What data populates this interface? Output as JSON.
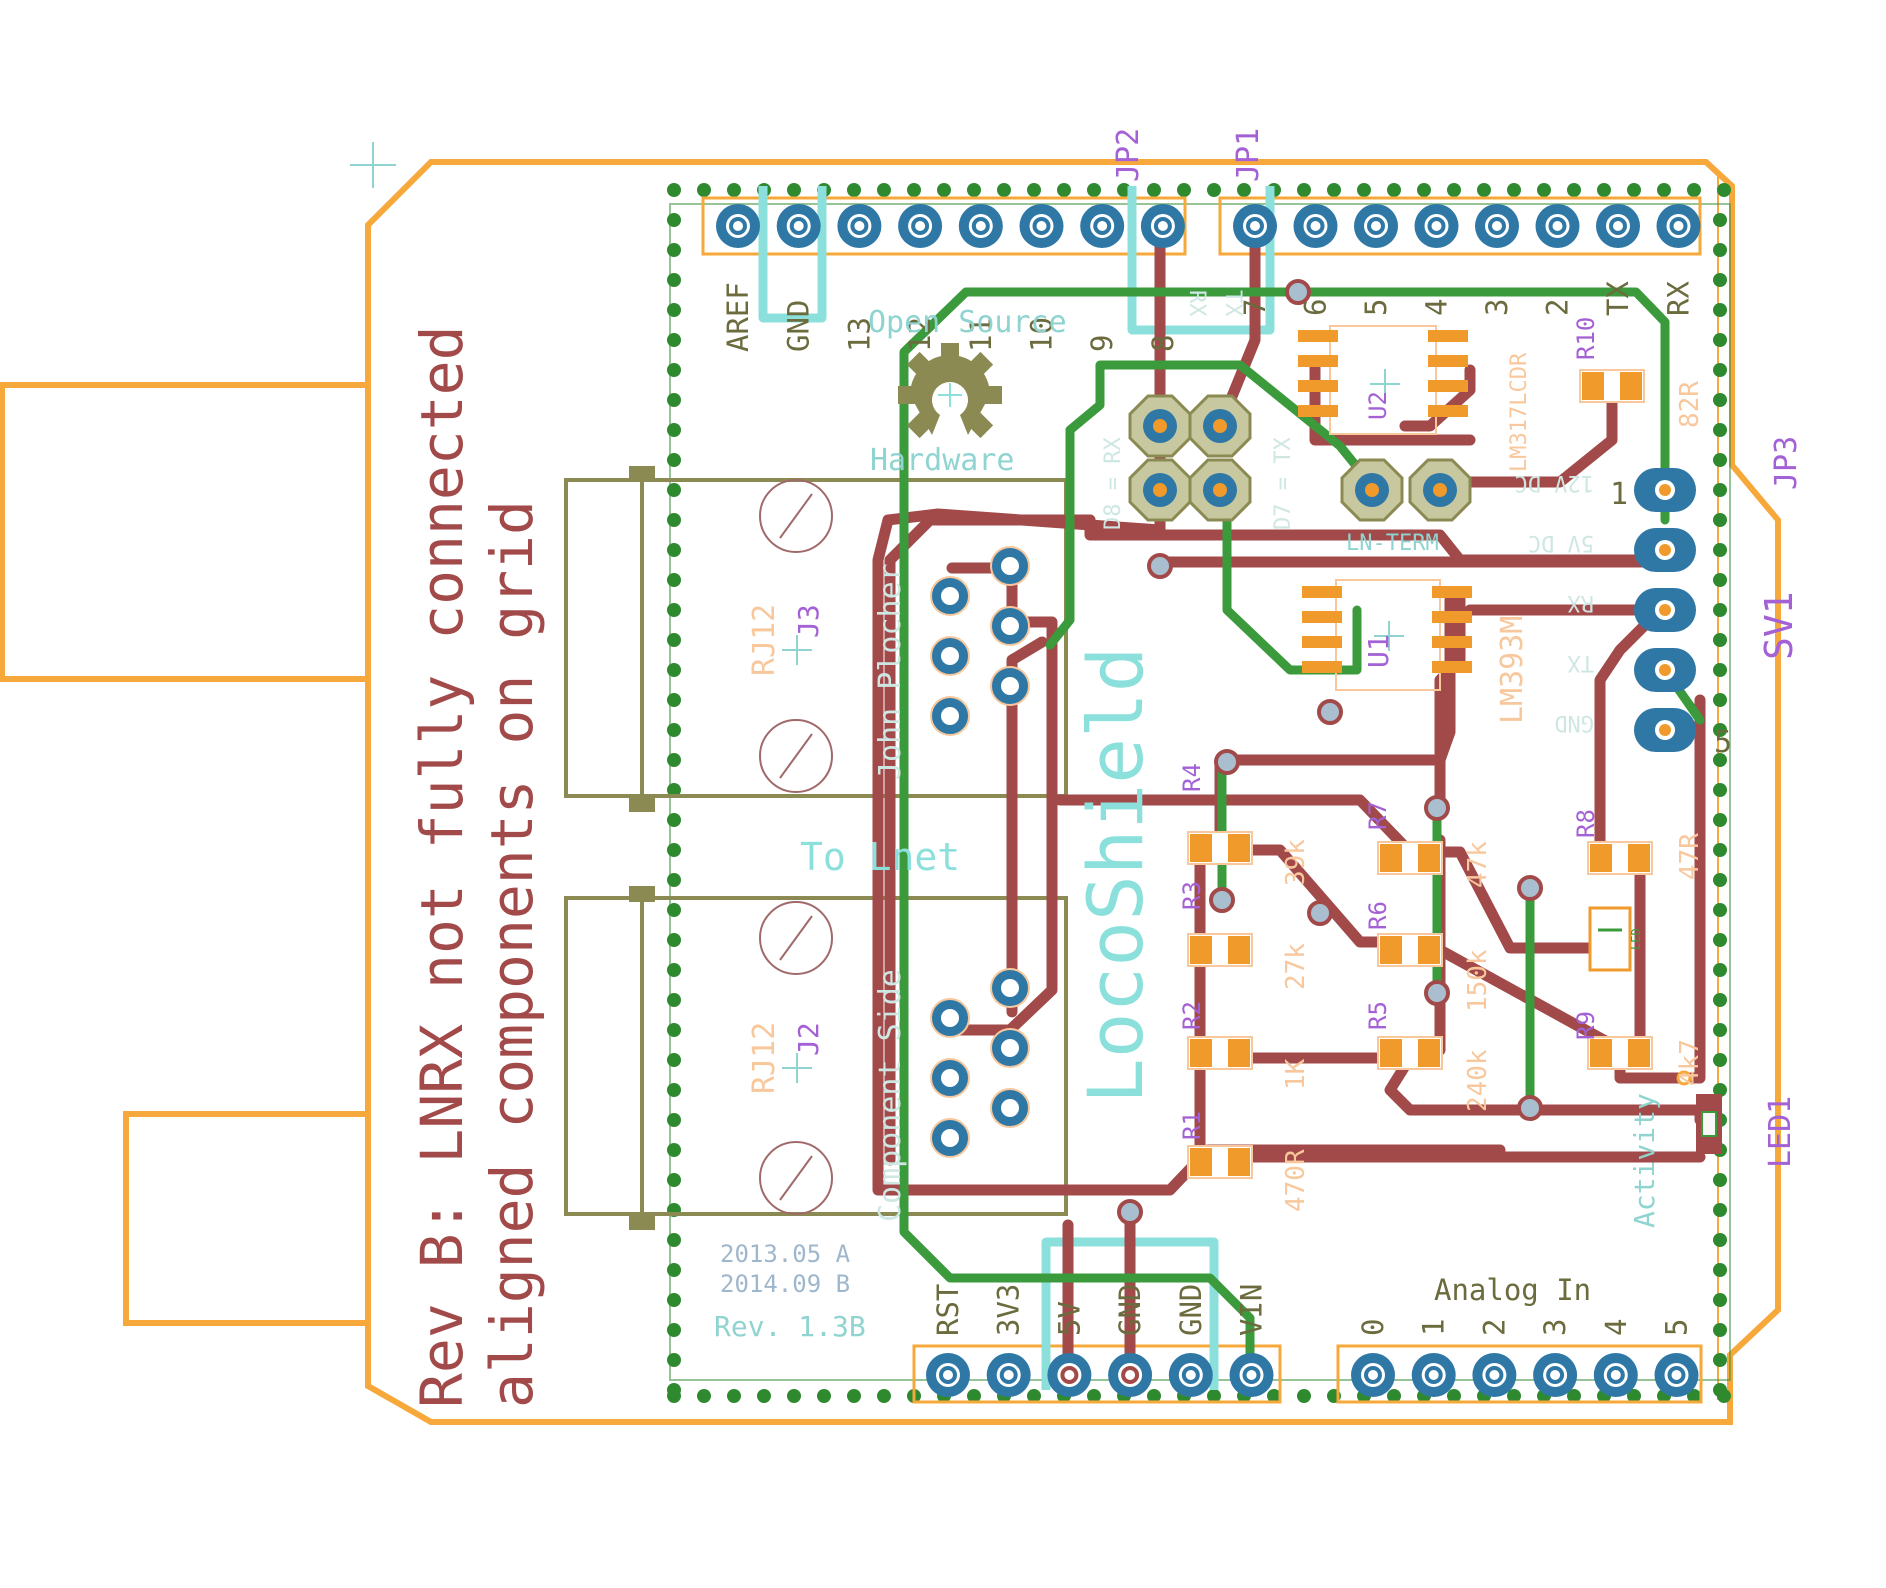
{
  "colors": {
    "outline": "#f7a83a",
    "bottom_copper": "#a24a4a",
    "top_copper": "#3b9a3b",
    "via_green": "#2f8a2f",
    "pad": "#2f78a6",
    "silk_top": "#8be0dc",
    "silk_cyan": "#8fd4d0",
    "placement": "#f8c89c",
    "names": "#a461d6",
    "smd": "#f19a2c",
    "connector": "#8a8a52",
    "grey_text": "#9fb7cc",
    "dark_label": "#6b6b3e",
    "logo": "#8a8a52"
  },
  "notes": {
    "rev_note_line1": "Rev B: LNRX not fully connected",
    "rev_note_line2": "aligned components on grid"
  },
  "headers": {
    "top_left_labels": [
      "AREF",
      "GND",
      "13",
      "12",
      "11",
      "10",
      "9",
      "8"
    ],
    "top_right_labels": [
      "7",
      "6",
      "5",
      "4",
      "3",
      "2",
      "TX",
      "RX"
    ],
    "bottom_power_labels": [
      "RST",
      "3V3",
      "5V",
      "GND",
      "GND",
      "VIN"
    ],
    "bottom_analog_labels": [
      "0",
      "1",
      "2",
      "3",
      "4",
      "5"
    ],
    "analog_title": "Analog In"
  },
  "part_names": {
    "jp2": "JP2",
    "jp1": "JP1",
    "jp3": "JP3",
    "sv1": "SV1",
    "led1": "LED1",
    "j3": "J3",
    "j2": "J2",
    "u1": "U1",
    "u2": "U2",
    "r1": "R1",
    "r2": "R2",
    "r3": "R3",
    "r4": "R4",
    "r5": "R5",
    "r6": "R6",
    "r7": "R7",
    "r8": "R8",
    "r9": "R9",
    "r10": "R10"
  },
  "part_values": {
    "rj12_top": "RJ12",
    "rj12_bottom": "RJ12",
    "u1": "LM393M",
    "u2": "LM317LCDR",
    "r10": "82R",
    "r8": "47R",
    "r9": "4k7",
    "r7": "47k",
    "r6": "150k",
    "r5": "240k",
    "r4": "39k",
    "r3": "27k",
    "r2": "1K",
    "r1": "470R"
  },
  "silkscreen": {
    "open_source": "Open Source",
    "hardware": "Hardware",
    "to_lnet": "To Lnet",
    "locoshield": "LocoShield",
    "john_plocher": "John Plocher",
    "component_side": "Component Side",
    "activity": "Activity",
    "ln_term": "LN-TERM",
    "d8_rx": "D8 = RX",
    "d7_tx": "D7 = TX",
    "rev_history_1": "2013.05 A",
    "rev_history_2": "2014.09 B",
    "rev_number": "Rev. 1.3B",
    "sv1_pins": [
      "12V DC",
      "5V DC",
      "RX",
      "TX",
      "GND"
    ],
    "sv1_pin1": "1",
    "sv1_pin5": "5",
    "jp_rx": "RX",
    "jp_tx": "TX",
    "led_marker": "LED"
  }
}
